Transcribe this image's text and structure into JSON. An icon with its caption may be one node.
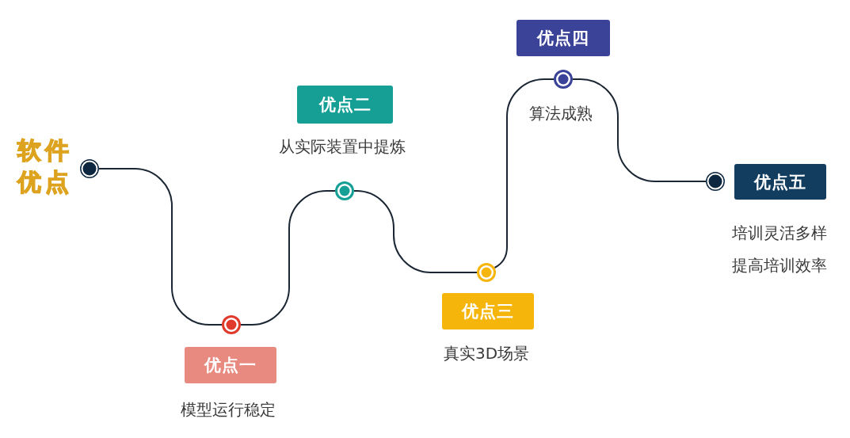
{
  "diagram": {
    "title": "软件优点",
    "nodes": [
      {
        "text": [],
        "shape": "circle"
      },
      {
        "text": [],
        "shape": "circle"
      },
      {
        "text": [],
        "shape": "circle"
      },
      {
        "text": [],
        "shape": "circle"
      },
      {
        "text": [],
        "shape": "circle",
        "beside": [
          "算法成熟"
        ]
      },
      {
        "text": [],
        "shape": "circle"
      },
      {
        "text": [
          "优点一"
        ],
        "beside": [
          "模型运行稳定"
        ]
      },
      {
        "text": [
          "优点二"
        ],
        "beside": [
          "从实际装置中提炼"
        ]
      },
      {
        "text": [
          "优点三"
        ],
        "beside": [
          "真实3D场景"
        ]
      },
      {
        "text": [
          "优点四"
        ]
      },
      {
        "text": [
          "优点五"
        ],
        "beside": [
          "培训灵活多样",
          "提高培训效率"
        ]
      }
    ],
    "edges": [
      {
        "from": 0,
        "to": 1,
        "arrow": "none"
      },
      {
        "from": 1,
        "to": 2,
        "arrow": "none"
      },
      {
        "from": 2,
        "to": 3,
        "arrow": "none"
      },
      {
        "from": 3,
        "to": 4,
        "arrow": "none"
      },
      {
        "from": 4,
        "to": 5,
        "arrow": "none"
      }
    ]
  }
}
